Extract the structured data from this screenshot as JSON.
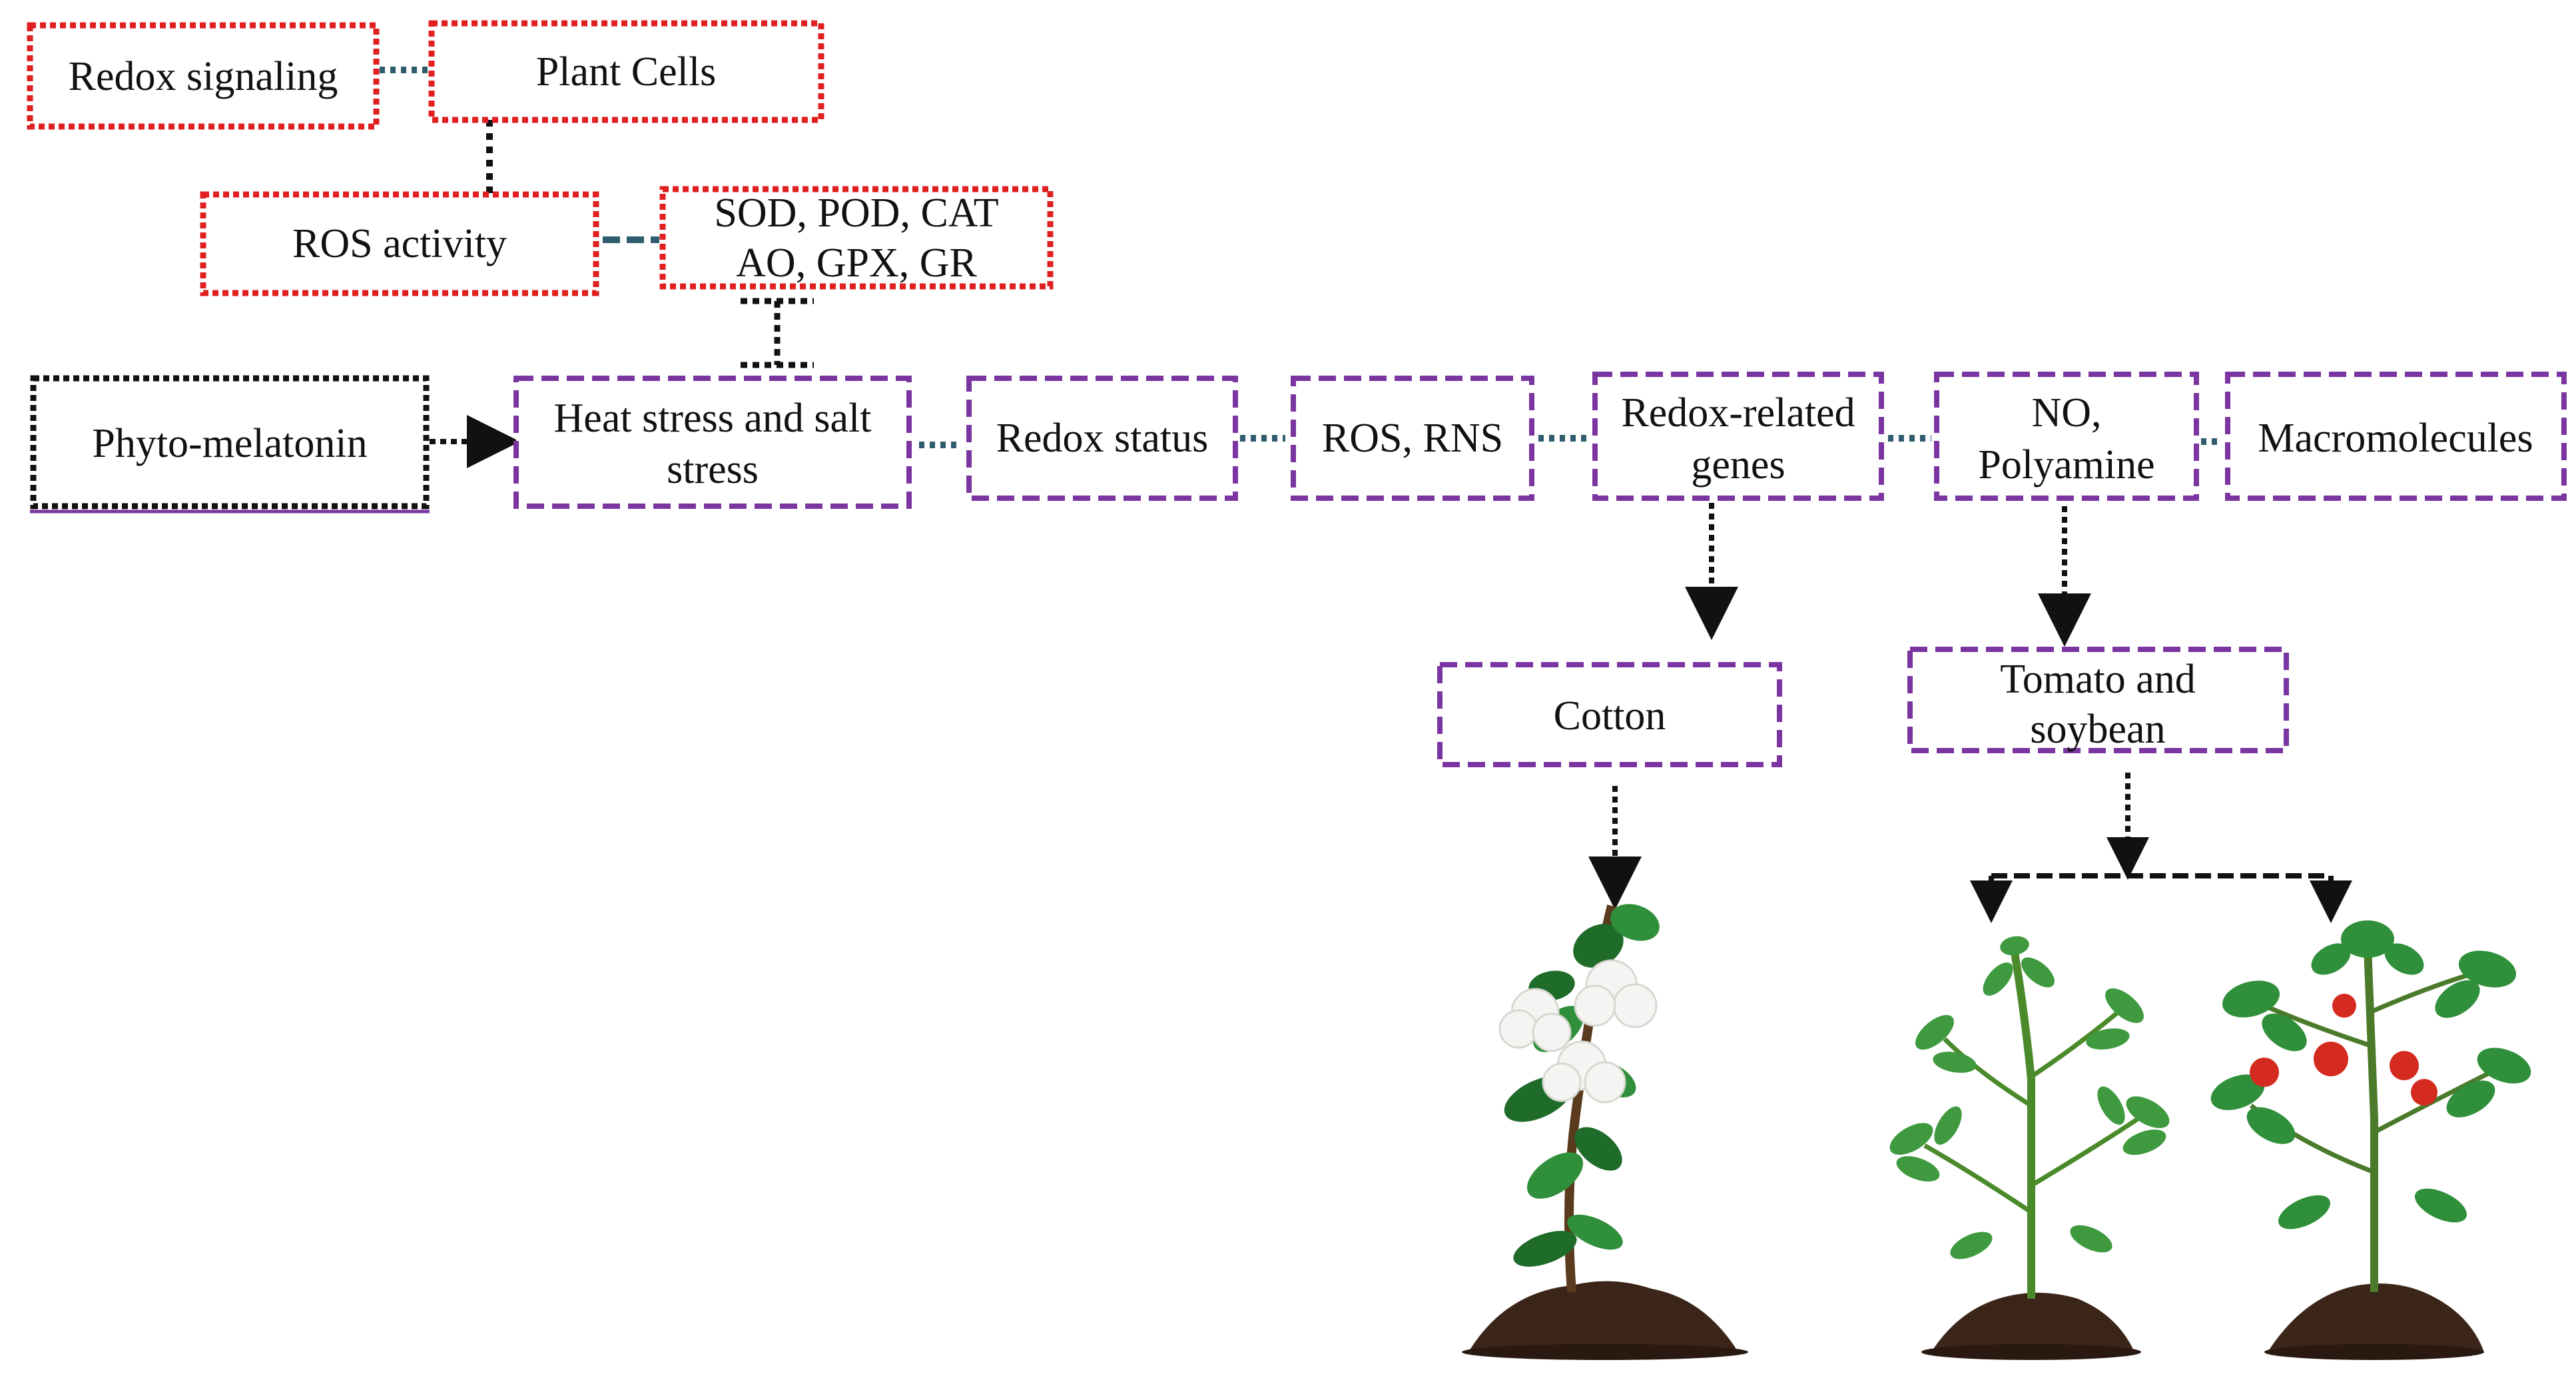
{
  "boxes": {
    "redox_signaling": "Redox signaling",
    "plant_cells": "Plant Cells",
    "ros_activity": "ROS activity",
    "enzymes_line1": "SOD, POD, CAT",
    "enzymes_line2": "AO, GPX, GR",
    "phyto_melatonin": "Phyto-melatonin",
    "heat_salt_line1": "Heat stress and salt",
    "heat_salt_line2": "stress",
    "redox_status": "Redox status",
    "ros_rns": "ROS, RNS",
    "redox_genes_line1": "Redox-related",
    "redox_genes_line2": "genes",
    "no_line1": "NO,",
    "no_line2": "Polyamine",
    "macromolecules": "Macromolecules",
    "cotton": "Cotton",
    "tomato_line1": "Tomato and",
    "tomato_line2": "soybean"
  },
  "colors": {
    "red_box": "#e02020",
    "black_box": "#111111",
    "purple_box": "#7a35a0",
    "teal_link": "#2f5d6e",
    "leaf": "#2f8f3a",
    "leaf_dark": "#1f6b2a",
    "soil": "#3b2418",
    "tomato": "#d42a1f",
    "cotton_boll": "#f4f4f2"
  },
  "icons": [
    "cotton-plant-icon",
    "soybean-plant-icon",
    "tomato-plant-icon"
  ]
}
